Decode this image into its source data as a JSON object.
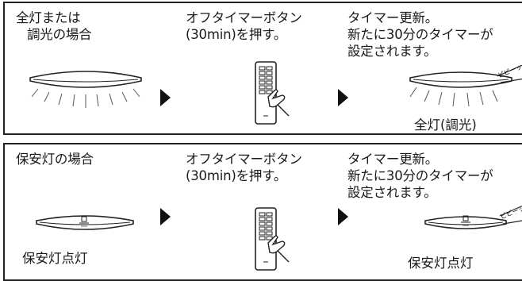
{
  "panels": [
    {
      "condition_lines": [
        "全灯または",
        "調光の場合"
      ],
      "action_lines": [
        "オフタイマーボタン",
        "(30min)を押す。"
      ],
      "result_lines": [
        "タイマー更新。",
        "新たに30分のタイマーが",
        "設定されます。"
      ],
      "beep_text": "ピピーッ",
      "light_label": "全灯(調光)"
    },
    {
      "condition_lines": [
        "保安灯の場合"
      ],
      "action_lines": [
        "オフタイマーボタン",
        "(30min)を押す。"
      ],
      "result_lines": [
        "タイマー更新。",
        "新たに30分のタイマーが",
        "設定されます。"
      ],
      "beep_text": "ピピーッ",
      "light_label_left": "保安灯点灯",
      "light_label_right": "保安灯点灯"
    }
  ],
  "icons": [
    "ceiling-light-icon",
    "remote-control-icon",
    "arrow-right-icon",
    "hand-pointer-icon",
    "light-rays-icon"
  ]
}
